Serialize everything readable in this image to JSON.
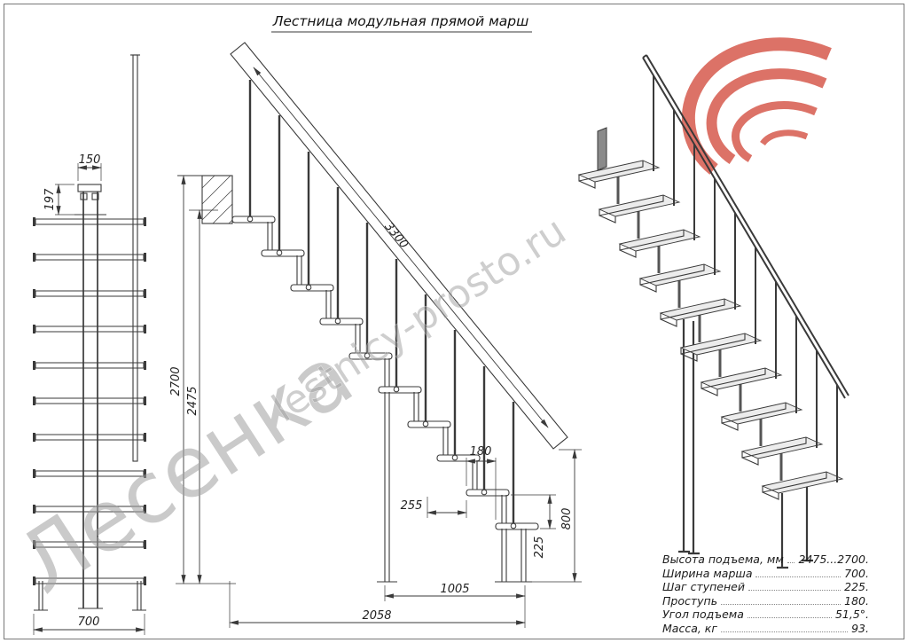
{
  "title": "Лестница модульная прямой марш",
  "watermarks": {
    "brand": "Лесенка",
    "site": "lestnicy-prosto.ru"
  },
  "front_view": {
    "dim_width": "700",
    "dim_plate_width": "150",
    "dim_plate_height": "197"
  },
  "side_view": {
    "dim_height_max": "2700",
    "dim_height_min": "2475",
    "dim_rail_length": "3300",
    "dim_tread_depth": "180",
    "dim_module": "255",
    "dim_step_rise": "225",
    "dim_rail_end_height": "800",
    "dim_base_run": "1005",
    "dim_total_run": "2058"
  },
  "specs": {
    "rows": [
      {
        "label": "Высота подъема, мм",
        "value": "2475...2700."
      },
      {
        "label": "Ширина марша",
        "value": "700."
      },
      {
        "label": "Шаг ступеней",
        "value": "225."
      },
      {
        "label": "Проступь",
        "value": "180."
      },
      {
        "label": "Угол подъема",
        "value": "51,5°."
      },
      {
        "label": "Масса, кг",
        "value": "93."
      }
    ]
  },
  "colors": {
    "line": "#3a3a3a",
    "watermark": "#9f9f9f",
    "logo_red": "#d65a4d"
  }
}
